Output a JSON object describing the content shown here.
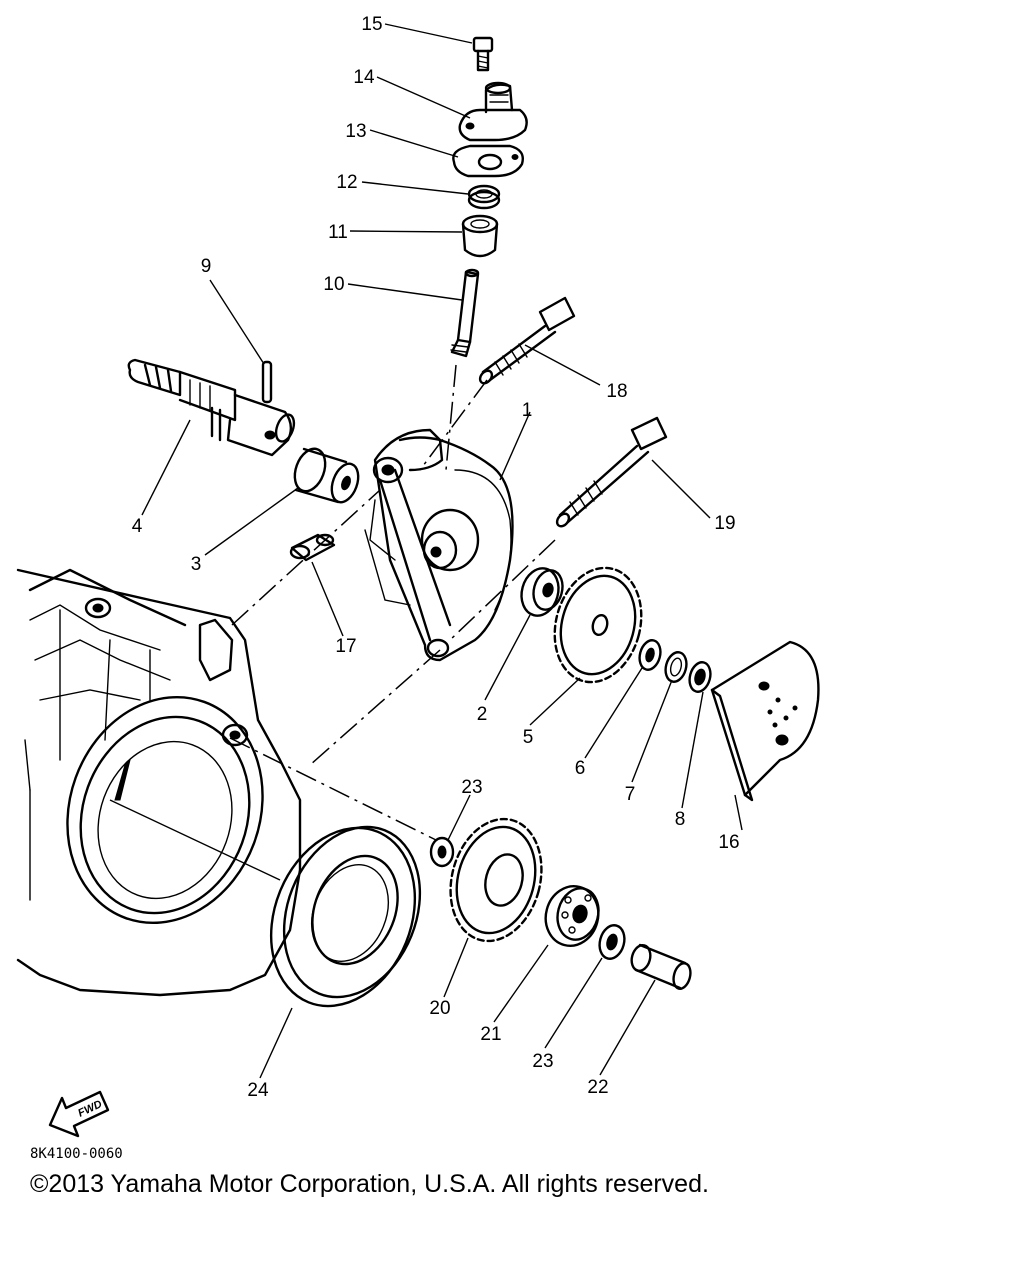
{
  "labels": [
    "1",
    "2",
    "3",
    "4",
    "5",
    "6",
    "7",
    "8",
    "9",
    "10",
    "11",
    "12",
    "13",
    "14",
    "15",
    "16",
    "17",
    "18",
    "19",
    "20",
    "21",
    "22",
    "23",
    "24"
  ],
  "drawing_code": "8K4100-0060",
  "fwd_text": "FWD",
  "copyright": "©2013 Yamaha Motor Corporation, U.S.A. All rights reserved."
}
